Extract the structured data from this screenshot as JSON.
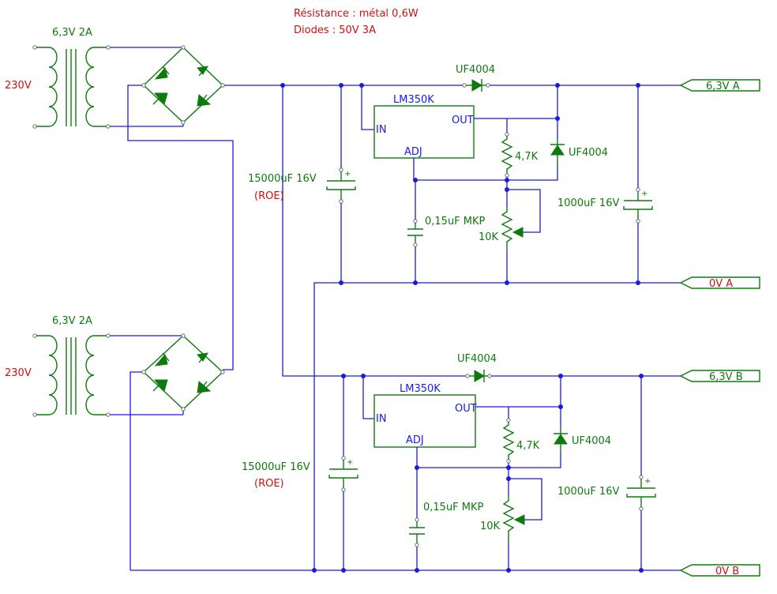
{
  "notes": {
    "resistance": "Résistance : métal 0,6W",
    "diodes": "Diodes : 50V 3A"
  },
  "colors": {
    "wire": "#1a1ae0",
    "component": "#0e7a0e",
    "note": "#cc1111"
  },
  "transformers": [
    {
      "primary": "230V",
      "secondary": "6,3V 2A"
    },
    {
      "primary": "230V",
      "secondary": "6,3V 2A"
    }
  ],
  "channels": [
    {
      "regulator": "LM350K",
      "pin_in": "IN",
      "pin_out": "OUT",
      "pin_adj": "ADJ",
      "series_diode": "UF4004",
      "protect_diode": "UF4004",
      "r1": "4,7K",
      "pot": "10K",
      "filter_cap": "15000uF 16V",
      "filter_cap_brand": "(ROE)",
      "adj_cap": "0,15uF MKP",
      "out_cap": "1000uF 16V",
      "out_pos": "6,3V A",
      "out_gnd": "0V A"
    },
    {
      "regulator": "LM350K",
      "pin_in": "IN",
      "pin_out": "OUT",
      "pin_adj": "ADJ",
      "series_diode": "UF4004",
      "protect_diode": "UF4004",
      "r1": "4,7K",
      "pot": "10K",
      "filter_cap": "15000uF 16V",
      "filter_cap_brand": "(ROE)",
      "adj_cap": "0,15uF MKP",
      "out_cap": "1000uF 16V",
      "out_pos": "6,3V B",
      "out_gnd": "0V B"
    }
  ]
}
